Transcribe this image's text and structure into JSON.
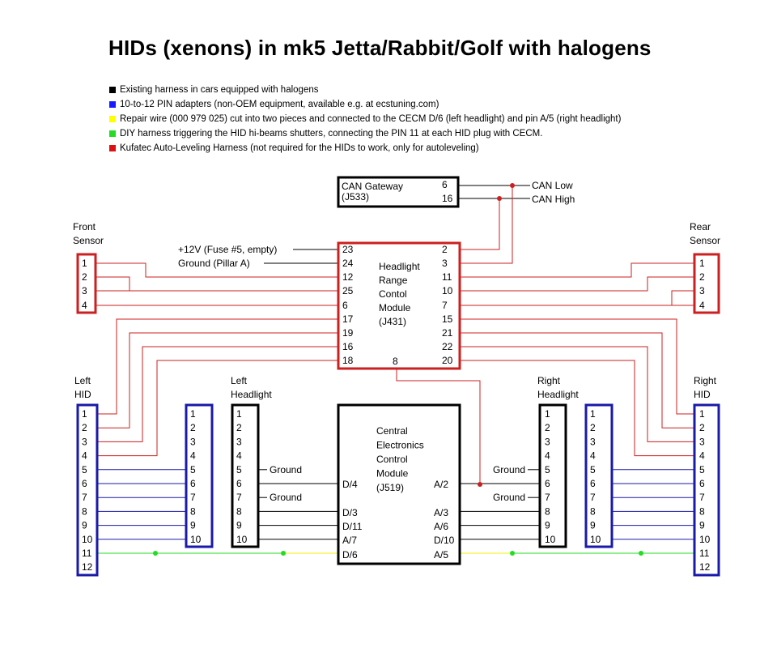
{
  "title": "HIDs (xenons) in mk5 Jetta/Rabbit/Golf with halogens",
  "legend": [
    {
      "color": "#000000",
      "text": "Existing harness in cars equipped with halogens"
    },
    {
      "color": "#1a1aff",
      "text": "10-to-12 PIN adapters (non-OEM equipment, available e.g. at ecstuning.com)"
    },
    {
      "color": "#ffff00",
      "text": "Repair wire (000 979 025) cut into two pieces and connected to the CECM D/6 (left headlight) and pin A/5 (right headlight)"
    },
    {
      "color": "#22dd22",
      "text": "DIY harness triggering the HID hi-beams shutters, connecting the PIN 11 at each HID plug with CECM."
    },
    {
      "color": "#dd1111",
      "text": "Kufatec Auto-Leveling Harness (not required for the HIDs to work, only for autoleveling)"
    }
  ],
  "colors": {
    "black": "#000000",
    "blue": "#1a1aa8",
    "yellow": "#f2f200",
    "green": "#22dd22",
    "red": "#cc1f1f"
  },
  "gateway": {
    "label": [
      "CAN Gateway",
      "(J533)"
    ],
    "pins": [
      "6",
      "16"
    ],
    "outputs": [
      "CAN Low",
      "CAN High"
    ]
  },
  "front_sensor": {
    "label": [
      "Front",
      "Sensor"
    ],
    "pins": [
      "1",
      "2",
      "3",
      "4"
    ]
  },
  "rear_sensor": {
    "label": [
      "Rear",
      "Sensor"
    ],
    "pins": [
      "1",
      "2",
      "3",
      "4"
    ]
  },
  "hrcm": {
    "label": [
      "Headlight",
      "Range",
      "Contol",
      "Module",
      "(J431)"
    ],
    "left_pins": [
      "23",
      "24",
      "12",
      "25",
      "6",
      "17",
      "19",
      "16",
      "18"
    ],
    "right_pins": [
      "2",
      "3",
      "11",
      "10",
      "7",
      "15",
      "21",
      "22",
      "20"
    ],
    "bottom_pin": "8",
    "inputs": [
      "+12V (Fuse #5, empty)",
      "Ground (Pillar A)"
    ]
  },
  "cecm": {
    "label": [
      "Central",
      "Electronics",
      "Control",
      "Module",
      "(J519)"
    ],
    "left_pins": [
      "D/4",
      "D/3",
      "D/11",
      "A/7",
      "D/6"
    ],
    "right_pins": [
      "A/2",
      "A/3",
      "A/6",
      "D/10",
      "A/5"
    ]
  },
  "left_hid": {
    "label": [
      "Left",
      "HID"
    ],
    "pins": [
      "1",
      "2",
      "3",
      "4",
      "5",
      "6",
      "7",
      "8",
      "9",
      "10",
      "11",
      "12"
    ]
  },
  "right_hid": {
    "label": [
      "Right",
      "HID"
    ],
    "pins": [
      "1",
      "2",
      "3",
      "4",
      "5",
      "6",
      "7",
      "8",
      "9",
      "10",
      "11",
      "12"
    ]
  },
  "left_adapter": {
    "pins": [
      "1",
      "2",
      "3",
      "4",
      "5",
      "6",
      "7",
      "8",
      "9",
      "10"
    ]
  },
  "right_adapter": {
    "pins": [
      "1",
      "2",
      "3",
      "4",
      "5",
      "6",
      "7",
      "8",
      "9",
      "10"
    ]
  },
  "left_headlight": {
    "label": [
      "Left",
      "Headlight"
    ],
    "pins": [
      "1",
      "2",
      "3",
      "4",
      "5",
      "6",
      "7",
      "8",
      "9",
      "10"
    ]
  },
  "right_headlight": {
    "label": [
      "Right",
      "Headlight"
    ],
    "pins": [
      "1",
      "2",
      "3",
      "4",
      "5",
      "6",
      "7",
      "8",
      "9",
      "10"
    ]
  },
  "ground_label": "Ground"
}
